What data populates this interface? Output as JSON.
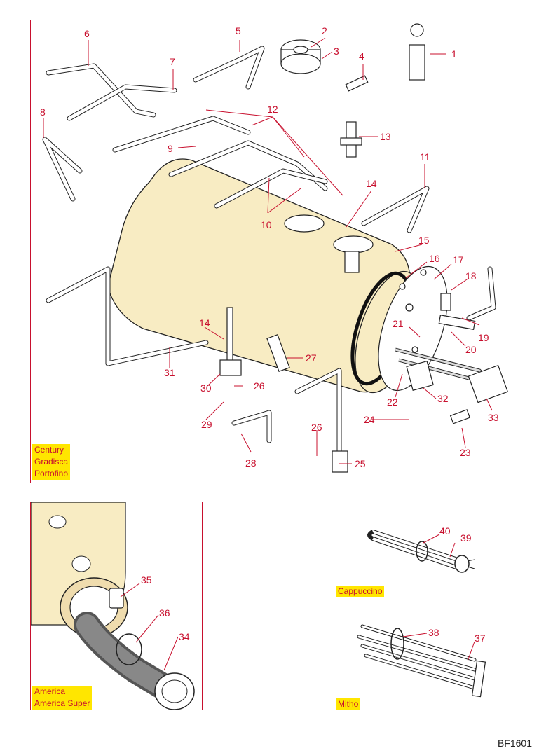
{
  "panels": {
    "main": {
      "label_lines": [
        "Century",
        "Gradisca",
        "Portofino"
      ],
      "callouts": [
        "1",
        "2",
        "3",
        "4",
        "5",
        "6",
        "7",
        "8",
        "9",
        "10",
        "11",
        "12",
        "13",
        "14",
        "14",
        "15",
        "16",
        "17",
        "18",
        "19",
        "20",
        "21",
        "22",
        "23",
        "24",
        "25",
        "26",
        "26",
        "27",
        "28",
        "29",
        "30",
        "31",
        "32",
        "33"
      ]
    },
    "america": {
      "label_lines": [
        "America",
        "America Super"
      ],
      "callouts": [
        "34",
        "35",
        "36"
      ]
    },
    "cappuccino": {
      "label_lines": [
        "Cappuccino"
      ],
      "callouts": [
        "39",
        "40"
      ]
    },
    "mitho": {
      "label_lines": [
        "Mitho"
      ],
      "callouts": [
        "37",
        "38"
      ]
    }
  },
  "reference_code": "BF1601",
  "colors": {
    "accent": "#c8102e",
    "label_bg": "#ffe600",
    "tank": "#f8ecc3"
  }
}
